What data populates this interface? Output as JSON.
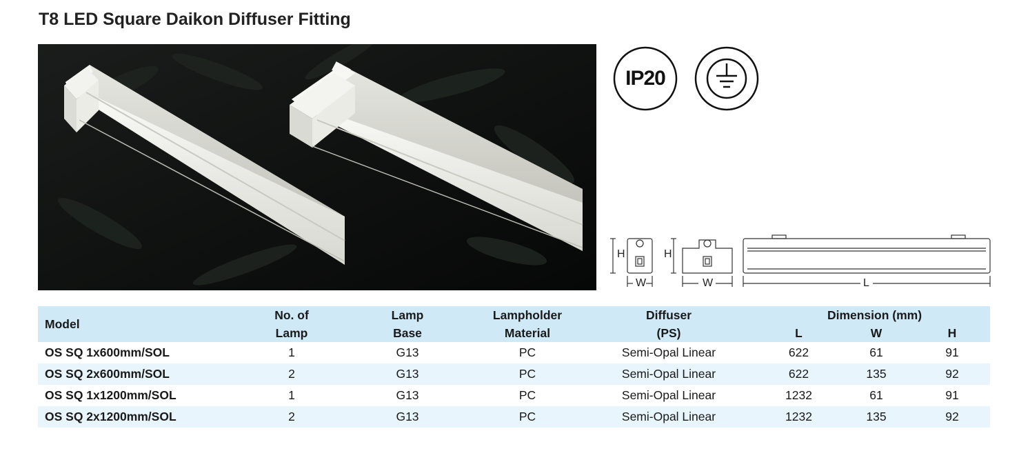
{
  "page": {
    "title": "T8 LED Square Daikon Diffuser Fitting"
  },
  "certifications": {
    "ip_rating": "IP20",
    "earth_icon": "earth-ground-icon"
  },
  "dimension_labels": {
    "h1": "H",
    "w1": "W",
    "h2": "H",
    "w2": "W",
    "l": "L"
  },
  "table": {
    "headers": {
      "model": "Model",
      "no_of_lamp": [
        "No. of",
        "Lamp"
      ],
      "lamp_base": [
        "Lamp",
        "Base"
      ],
      "lampholder": [
        "Lampholder",
        "Material"
      ],
      "diffuser": [
        "Diffuser",
        "(PS)"
      ],
      "dimension": "Dimension (mm)",
      "dim_l": "L",
      "dim_w": "W",
      "dim_h": "H"
    },
    "rows": [
      {
        "model": "OS SQ 1x600mm/SOL",
        "lamps": "1",
        "base": "G13",
        "material": "PC",
        "diffuser": "Semi-Opal Linear",
        "l": "622",
        "w": "61",
        "h": "91"
      },
      {
        "model": "OS SQ 2x600mm/SOL",
        "lamps": "2",
        "base": "G13",
        "material": "PC",
        "diffuser": "Semi-Opal Linear",
        "l": "622",
        "w": "135",
        "h": "92"
      },
      {
        "model": "OS SQ 1x1200mm/SOL",
        "lamps": "1",
        "base": "G13",
        "material": "PC",
        "diffuser": "Semi-Opal Linear",
        "l": "1232",
        "w": "61",
        "h": "91"
      },
      {
        "model": "OS SQ 2x1200mm/SOL",
        "lamps": "2",
        "base": "G13",
        "material": "PC",
        "diffuser": "Semi-Opal Linear",
        "l": "1232",
        "w": "135",
        "h": "92"
      }
    ]
  },
  "colors": {
    "header_bg": "#cfe9f7",
    "alt_row_bg": "#e8f5fc"
  }
}
